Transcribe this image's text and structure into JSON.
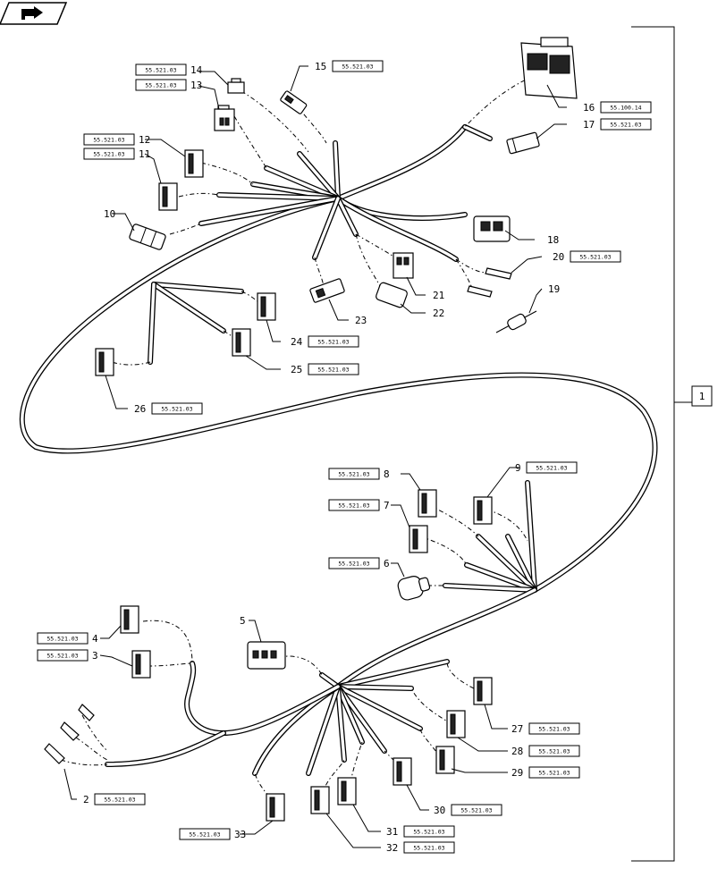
{
  "nav": {
    "icon": "back-arrow-icon"
  },
  "main_item": {
    "number": "1"
  },
  "labels": [
    {
      "id": "14",
      "ref": "55.521.03"
    },
    {
      "id": "13",
      "ref": "55.521.03"
    },
    {
      "id": "15",
      "ref": "55.521.03"
    },
    {
      "id": "12",
      "ref": "55.521.03"
    },
    {
      "id": "11",
      "ref": "55.521.03"
    },
    {
      "id": "10",
      "ref": ""
    },
    {
      "id": "16",
      "ref": "55.100.14"
    },
    {
      "id": "17",
      "ref": "55.521.03"
    },
    {
      "id": "18",
      "ref": ""
    },
    {
      "id": "20",
      "ref": "55.521.03"
    },
    {
      "id": "19",
      "ref": ""
    },
    {
      "id": "21",
      "ref": ""
    },
    {
      "id": "22",
      "ref": ""
    },
    {
      "id": "23",
      "ref": ""
    },
    {
      "id": "24",
      "ref": "55.521.03"
    },
    {
      "id": "25",
      "ref": "55.521.03"
    },
    {
      "id": "26",
      "ref": "55.521.03"
    },
    {
      "id": "8",
      "ref": "55.521.03"
    },
    {
      "id": "9",
      "ref": "55.521.03"
    },
    {
      "id": "7",
      "ref": "55.521.03"
    },
    {
      "id": "6",
      "ref": "55.521.03"
    },
    {
      "id": "5",
      "ref": ""
    },
    {
      "id": "4",
      "ref": "55.521.03"
    },
    {
      "id": "3",
      "ref": "55.521.03"
    },
    {
      "id": "27",
      "ref": "55.521.03"
    },
    {
      "id": "28",
      "ref": "55.521.03"
    },
    {
      "id": "29",
      "ref": "55.521.03"
    },
    {
      "id": "30",
      "ref": "55.521.03"
    },
    {
      "id": "31",
      "ref": "55.521.03"
    },
    {
      "id": "32",
      "ref": "55.521.03"
    },
    {
      "id": "33",
      "ref": "55.521.03"
    },
    {
      "id": "2",
      "ref": "55.521.03"
    }
  ]
}
